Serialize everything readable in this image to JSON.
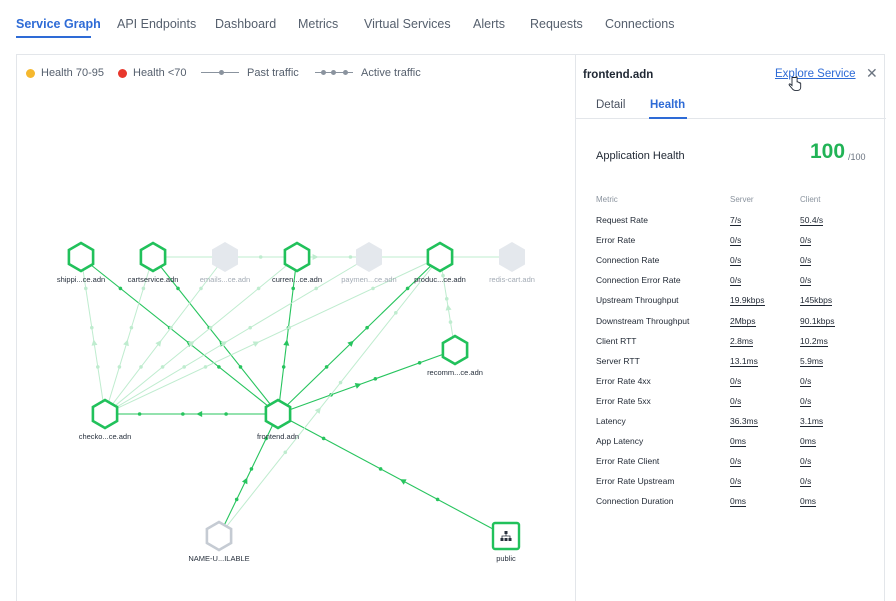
{
  "tabs": [
    {
      "label": "Service Graph",
      "active": true
    },
    {
      "label": "API Endpoints"
    },
    {
      "label": "Dashboard"
    },
    {
      "label": "Metrics"
    },
    {
      "label": "Virtual Services"
    },
    {
      "label": "Alerts"
    },
    {
      "label": "Requests"
    },
    {
      "label": "Connections"
    }
  ],
  "legend": {
    "health_warn": "Health 70-95",
    "health_bad": "Health <70",
    "past_traffic": "Past traffic",
    "active_traffic": "Active traffic",
    "warn_color": "#f5b82e",
    "bad_color": "#e8372c"
  },
  "graph": {
    "nodes": [
      {
        "id": "shipping",
        "label": "shippi...ce.adn",
        "status": "healthy",
        "icon": "hexagon-icon"
      },
      {
        "id": "cartservice",
        "label": "cartservice.adn",
        "status": "healthy",
        "icon": "hexagon-icon"
      },
      {
        "id": "emails",
        "label": "emails...ce.adn",
        "status": "inactive",
        "icon": "hexagon-icon"
      },
      {
        "id": "currency",
        "label": "curren...ce.adn",
        "status": "healthy",
        "icon": "hexagon-icon"
      },
      {
        "id": "payment",
        "label": "paymen...ce.adn",
        "status": "inactive",
        "icon": "hexagon-icon"
      },
      {
        "id": "productcatalog",
        "label": "produc...ce.adn",
        "status": "healthy",
        "icon": "hexagon-icon"
      },
      {
        "id": "rediscart",
        "label": "redis-cart.adn",
        "status": "inactive",
        "icon": "hexagon-icon"
      },
      {
        "id": "recommendation",
        "label": "recomm...ce.adn",
        "status": "healthy",
        "icon": "hexagon-icon"
      },
      {
        "id": "checkout",
        "label": "checko...ce.adn",
        "status": "healthy",
        "icon": "hexagon-icon"
      },
      {
        "id": "frontend",
        "label": "frontend.adn",
        "status": "healthy",
        "icon": "hexagon-icon"
      },
      {
        "id": "nameunavailable",
        "label": "NAME-U...ILABLE",
        "status": "unknown",
        "icon": "hexagon-outline-icon"
      },
      {
        "id": "public",
        "label": "public",
        "status": "healthy",
        "icon": "network-icon"
      }
    ],
    "edges": [
      {
        "from": "frontend",
        "to": "shipping",
        "type": "active"
      },
      {
        "from": "frontend",
        "to": "cartservice",
        "type": "active"
      },
      {
        "from": "frontend",
        "to": "currency",
        "type": "active"
      },
      {
        "from": "frontend",
        "to": "productcatalog",
        "type": "active"
      },
      {
        "from": "frontend",
        "to": "recommendation",
        "type": "active"
      },
      {
        "from": "frontend",
        "to": "checkout",
        "type": "active"
      },
      {
        "from": "public",
        "to": "frontend",
        "type": "active"
      },
      {
        "from": "nameunavailable",
        "to": "frontend",
        "type": "active"
      },
      {
        "from": "checkout",
        "to": "shipping",
        "type": "past"
      },
      {
        "from": "checkout",
        "to": "cartservice",
        "type": "past"
      },
      {
        "from": "checkout",
        "to": "emails",
        "type": "past"
      },
      {
        "from": "checkout",
        "to": "currency",
        "type": "past"
      },
      {
        "from": "checkout",
        "to": "payment",
        "type": "past"
      },
      {
        "from": "checkout",
        "to": "productcatalog",
        "type": "past"
      },
      {
        "from": "cartservice",
        "to": "rediscart",
        "type": "past"
      },
      {
        "from": "nameunavailable",
        "to": "productcatalog",
        "type": "past"
      },
      {
        "from": "recommendation",
        "to": "productcatalog",
        "type": "past"
      }
    ],
    "colors": {
      "healthy": "#21c15b",
      "inactive": "#e4e8ed",
      "unknown": "#c5cbd3",
      "past_edge": "#bfeccf",
      "active_edge": "#27c45e"
    }
  },
  "detail": {
    "title": "frontend.adn",
    "explore_link": "Explore Service",
    "close_icon": "close-icon",
    "cursor_icon": "pointer-hand-icon",
    "tabs": [
      {
        "label": "Detail"
      },
      {
        "label": "Health",
        "active": true
      }
    ],
    "health_label": "Application Health",
    "health_value": "100",
    "health_max": "/100",
    "columns": {
      "metric": "Metric",
      "server": "Server",
      "client": "Client"
    },
    "rows": [
      {
        "name": "Request Rate",
        "server": "7/s",
        "client": "50.4/s"
      },
      {
        "name": "Error Rate",
        "server": "0/s",
        "client": "0/s"
      },
      {
        "name": "Connection Rate",
        "server": "0/s",
        "client": "0/s"
      },
      {
        "name": "Connection Error Rate",
        "server": "0/s",
        "client": "0/s"
      },
      {
        "name": "Upstream Throughput",
        "server": "19.9kbps",
        "client": "145kbps"
      },
      {
        "name": "Downstream Throughput",
        "server": "2Mbps",
        "client": "90.1kbps"
      },
      {
        "name": "Client RTT",
        "server": "2.8ms",
        "client": "10.2ms"
      },
      {
        "name": "Server RTT",
        "server": "13.1ms",
        "client": "5.9ms"
      },
      {
        "name": "Error Rate 4xx",
        "server": "0/s",
        "client": "0/s"
      },
      {
        "name": "Error Rate 5xx",
        "server": "0/s",
        "client": "0/s"
      },
      {
        "name": "Latency",
        "server": "36.3ms",
        "client": "3.1ms"
      },
      {
        "name": "App Latency",
        "server": "0ms",
        "client": "0ms"
      },
      {
        "name": "Error Rate Client",
        "server": "0/s",
        "client": "0/s"
      },
      {
        "name": "Error Rate Upstream",
        "server": "0/s",
        "client": "0/s"
      },
      {
        "name": "Connection Duration",
        "server": "0ms",
        "client": "0ms"
      }
    ]
  }
}
